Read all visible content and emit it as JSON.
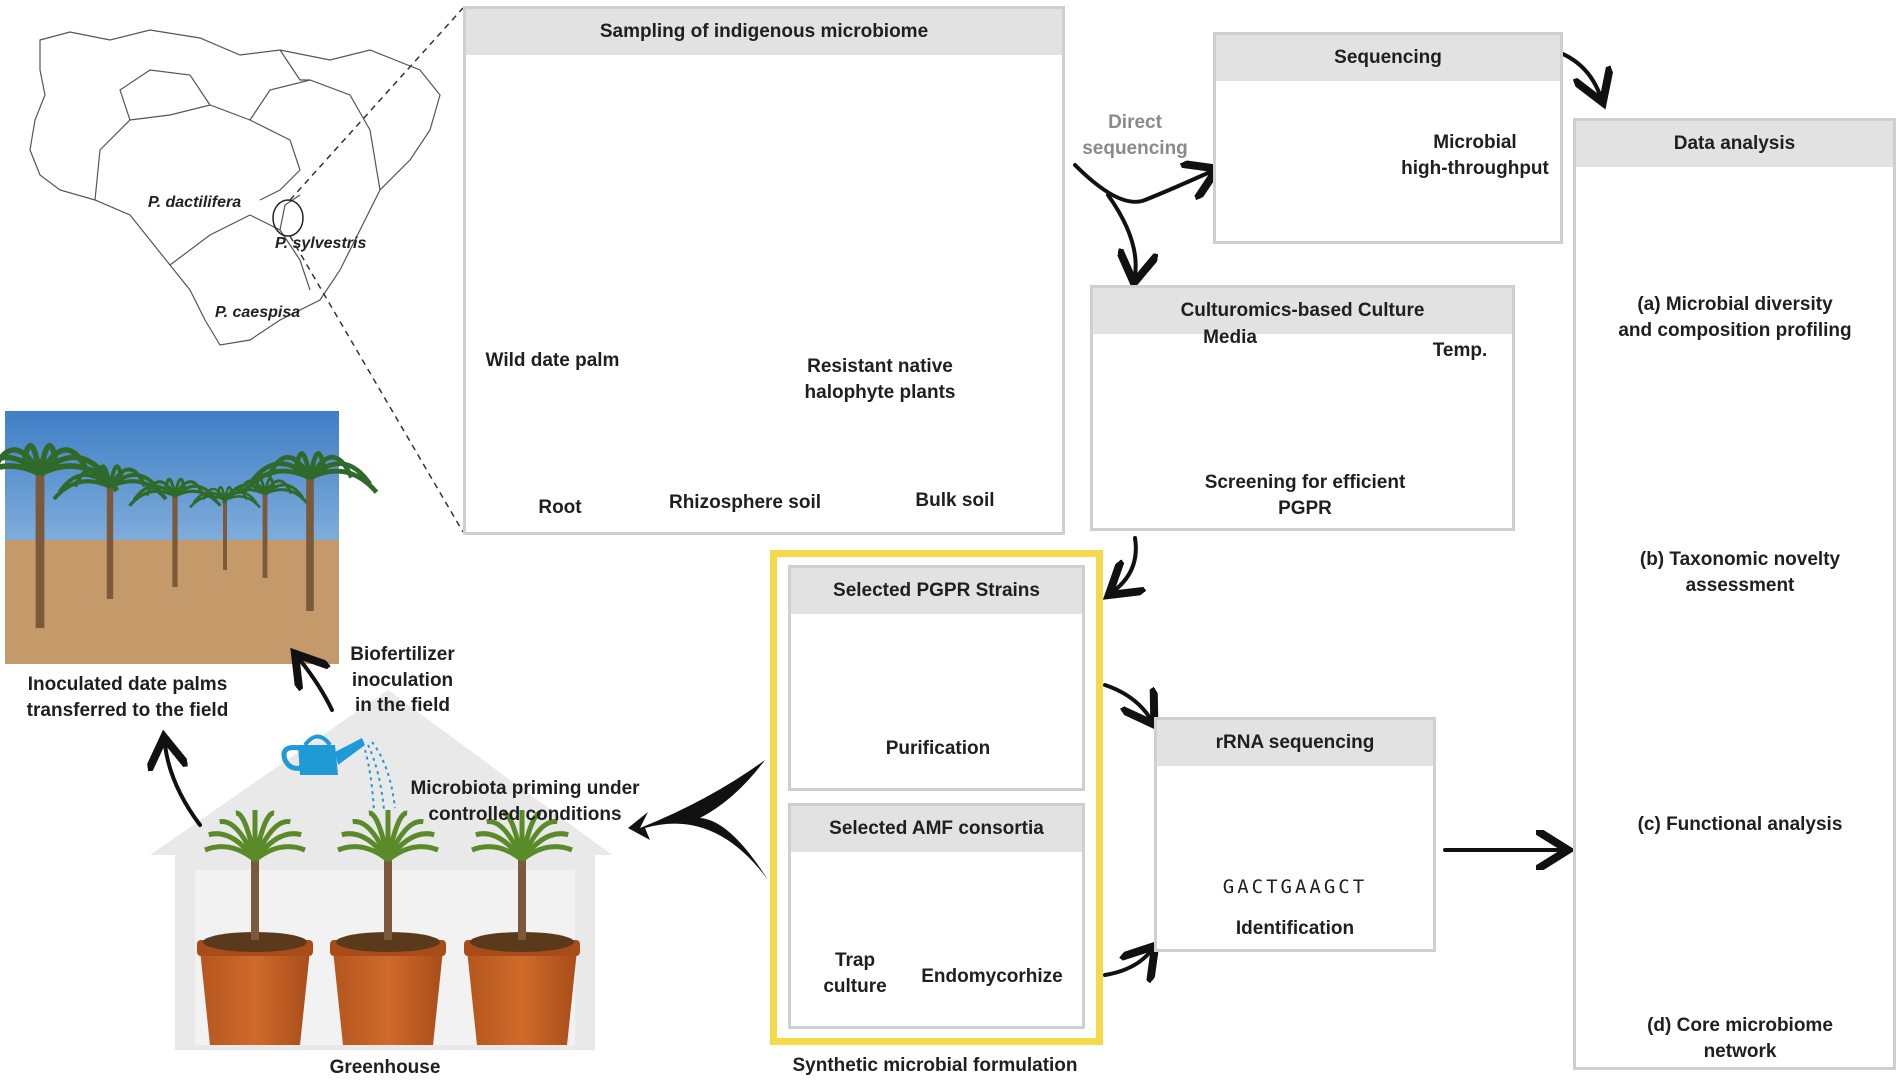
{
  "map": {
    "species": [
      "P. dactilifera",
      "P. sylvestris",
      "P. caespisa"
    ]
  },
  "sampling": {
    "title": "Sampling of indigenous microbiome",
    "wild_date_palm": "Wild date palm",
    "halophyte": "Resistant native\nhalophyte plants",
    "root": "Root",
    "rhizosphere": "Rhizosphere soil",
    "bulk": "Bulk soil"
  },
  "direct_sequencing": "Direct\nsequencing",
  "sequencing": {
    "title": "Sequencing",
    "label": "Microbial\nhigh-throughput"
  },
  "culturomics": {
    "title": "Culturomics-based Culture",
    "media": "Media",
    "temp": "Temp.",
    "screening": "Screening for efficient\nPGPR",
    "dot_colors": [
      [
        "#8fb3c9",
        "#e01b4c",
        "#e6dc9c",
        "#9c3f8c",
        "#2a1fd6",
        "#7f8c23",
        "#f09a2a",
        "#2aa8c2",
        "#b6c82a"
      ],
      [
        "#8fdcdf",
        "#1f3fb0",
        "#3aa88a",
        "#7a5a5a",
        "#19d43a",
        "#b08a3a",
        "#103a3a",
        "#d62a3a",
        "#e6f07a"
      ],
      [
        "#a9a9a9",
        "#8a5a3a",
        "#1a7a2a",
        "#5a8ad0",
        "#e05a2a",
        "#2ac8c8",
        "#f0b0e6",
        "#8a2ad6",
        "#d02ad6",
        "#7ac87a"
      ],
      [
        "#19c83a",
        "#a8e89c",
        "#e6dc7a",
        "#e02a8a",
        "#1fa82a",
        "#2a4ab0",
        "#6a5aa0",
        "#8a4a2a",
        "#7ab07a",
        "#9a9ad6",
        "#2a6ab0"
      ]
    ]
  },
  "data_analysis": {
    "title": "Data analysis",
    "a": "(a) Microbial diversity\nand composition profiling",
    "b": "(b) Taxonomic novelty\nassessment",
    "c": "(c) Functional analysis",
    "d": "(d) Core microbiome\nnetwork"
  },
  "formulation": {
    "label": "Synthetic microbial formulation",
    "pgpr_title": "Selected PGPR Strains",
    "purification": "Purification",
    "amf_title": "Selected AMF consortia",
    "trap": "Trap\nculture",
    "endo": "Endomycorhize"
  },
  "rrna": {
    "title": "rRNA sequencing",
    "sequence": "GACTGAAGCT",
    "identification": "Identification"
  },
  "greenhouse": {
    "label": "Greenhouse",
    "priming": "Microbiota priming under\ncontrolled conditions",
    "biofertilizer": "Biofertilizer\ninoculation\nin the field",
    "field": "Inoculated date palms\ntransferred to the field"
  },
  "colors": {
    "panel_border": "#cfcfcf",
    "panel_header": "#e2e2e2",
    "formulation_border": "#f5d94a",
    "arrow": "#111111"
  }
}
